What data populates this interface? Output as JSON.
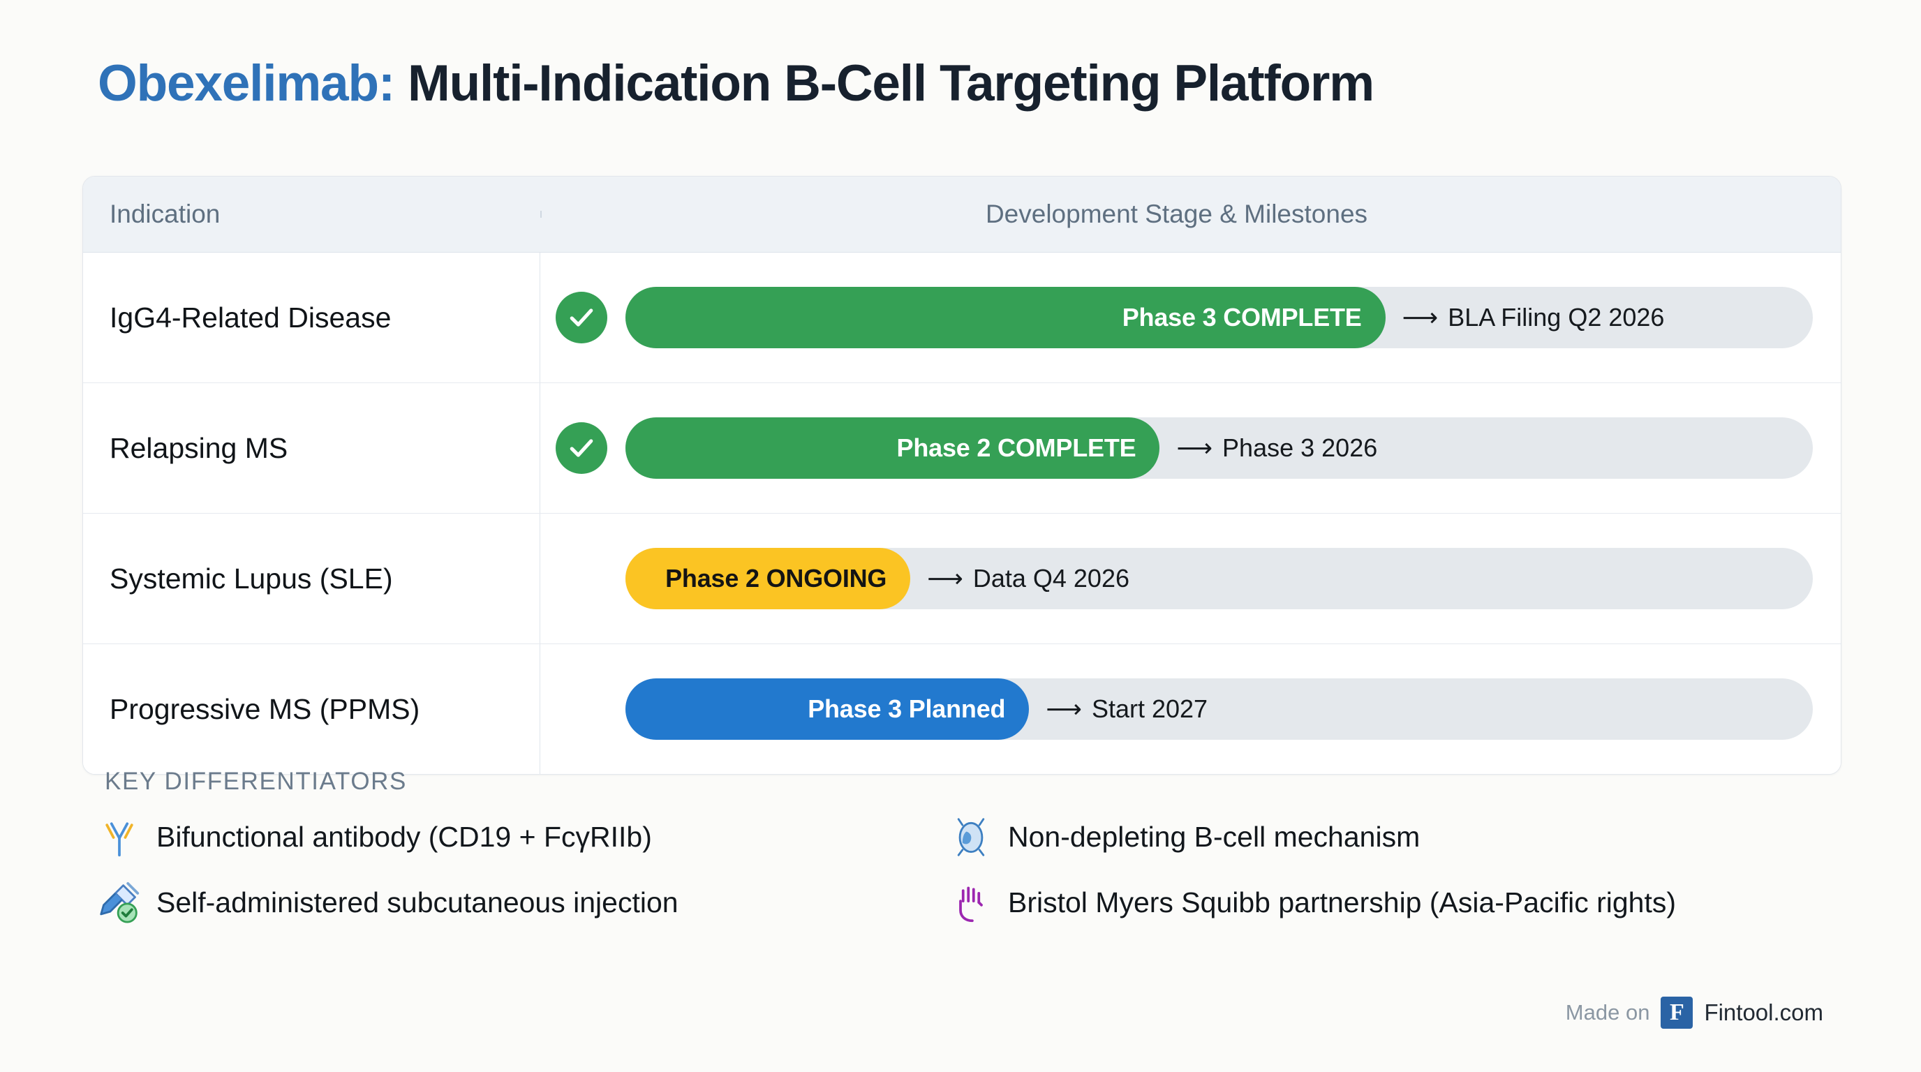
{
  "title": {
    "accent": "Obexelimab:",
    "rest": " Multi-Indication B-Cell Targeting Platform"
  },
  "colors": {
    "accent_blue": "#2f72b8",
    "complete_green": "#35a055",
    "ongoing_amber": "#fbc423",
    "planned_blue": "#2279ce",
    "track_gray": "#e4e8ec",
    "header_text": "#5e6f80",
    "page_bg": "#fbfbf9"
  },
  "table": {
    "headers": {
      "indication": "Indication",
      "development": "Development Stage & Milestones"
    },
    "rows": [
      {
        "indication": "IgG4-Related Disease",
        "complete_check": true,
        "stage_label": "Phase 3 COMPLETE",
        "stage_color": "#35a055",
        "stage_text_color": "#ffffff",
        "fill_percent": 64,
        "arrow": "⟶",
        "milestone": "BLA Filing Q2 2026"
      },
      {
        "indication": "Relapsing MS",
        "complete_check": true,
        "stage_label": "Phase 2 COMPLETE",
        "stage_color": "#35a055",
        "stage_text_color": "#ffffff",
        "fill_percent": 45,
        "arrow": "⟶",
        "milestone": "Phase 3 2026"
      },
      {
        "indication": "Systemic Lupus (SLE)",
        "complete_check": false,
        "stage_label": "Phase 2 ONGOING",
        "stage_color": "#fbc423",
        "stage_text_color": "#141414",
        "fill_percent": 24,
        "arrow": "⟶",
        "milestone": "Data Q4 2026"
      },
      {
        "indication": "Progressive MS (PPMS)",
        "complete_check": false,
        "stage_label": "Phase 3 Planned",
        "stage_color": "#2279ce",
        "stage_text_color": "#ffffff",
        "fill_percent": 34,
        "arrow": "⟶",
        "milestone": "Start 2027"
      }
    ]
  },
  "key_differentiators": {
    "heading": "KEY DIFFERENTIATORS",
    "items": [
      {
        "icon": "antibody-icon",
        "text": "Bifunctional antibody (CD19 + FcγRIIb)"
      },
      {
        "icon": "b-cell-icon",
        "text": "Non-depleting B-cell mechanism"
      },
      {
        "icon": "syringe-icon",
        "text": "Self-administered subcutaneous injection"
      },
      {
        "icon": "handshake-icon",
        "text": "Bristol Myers Squibb partnership (Asia-Pacific rights)"
      }
    ]
  },
  "footer": {
    "made_on": "Made on",
    "logo_letter": "F",
    "brand": "Fintool.com"
  }
}
